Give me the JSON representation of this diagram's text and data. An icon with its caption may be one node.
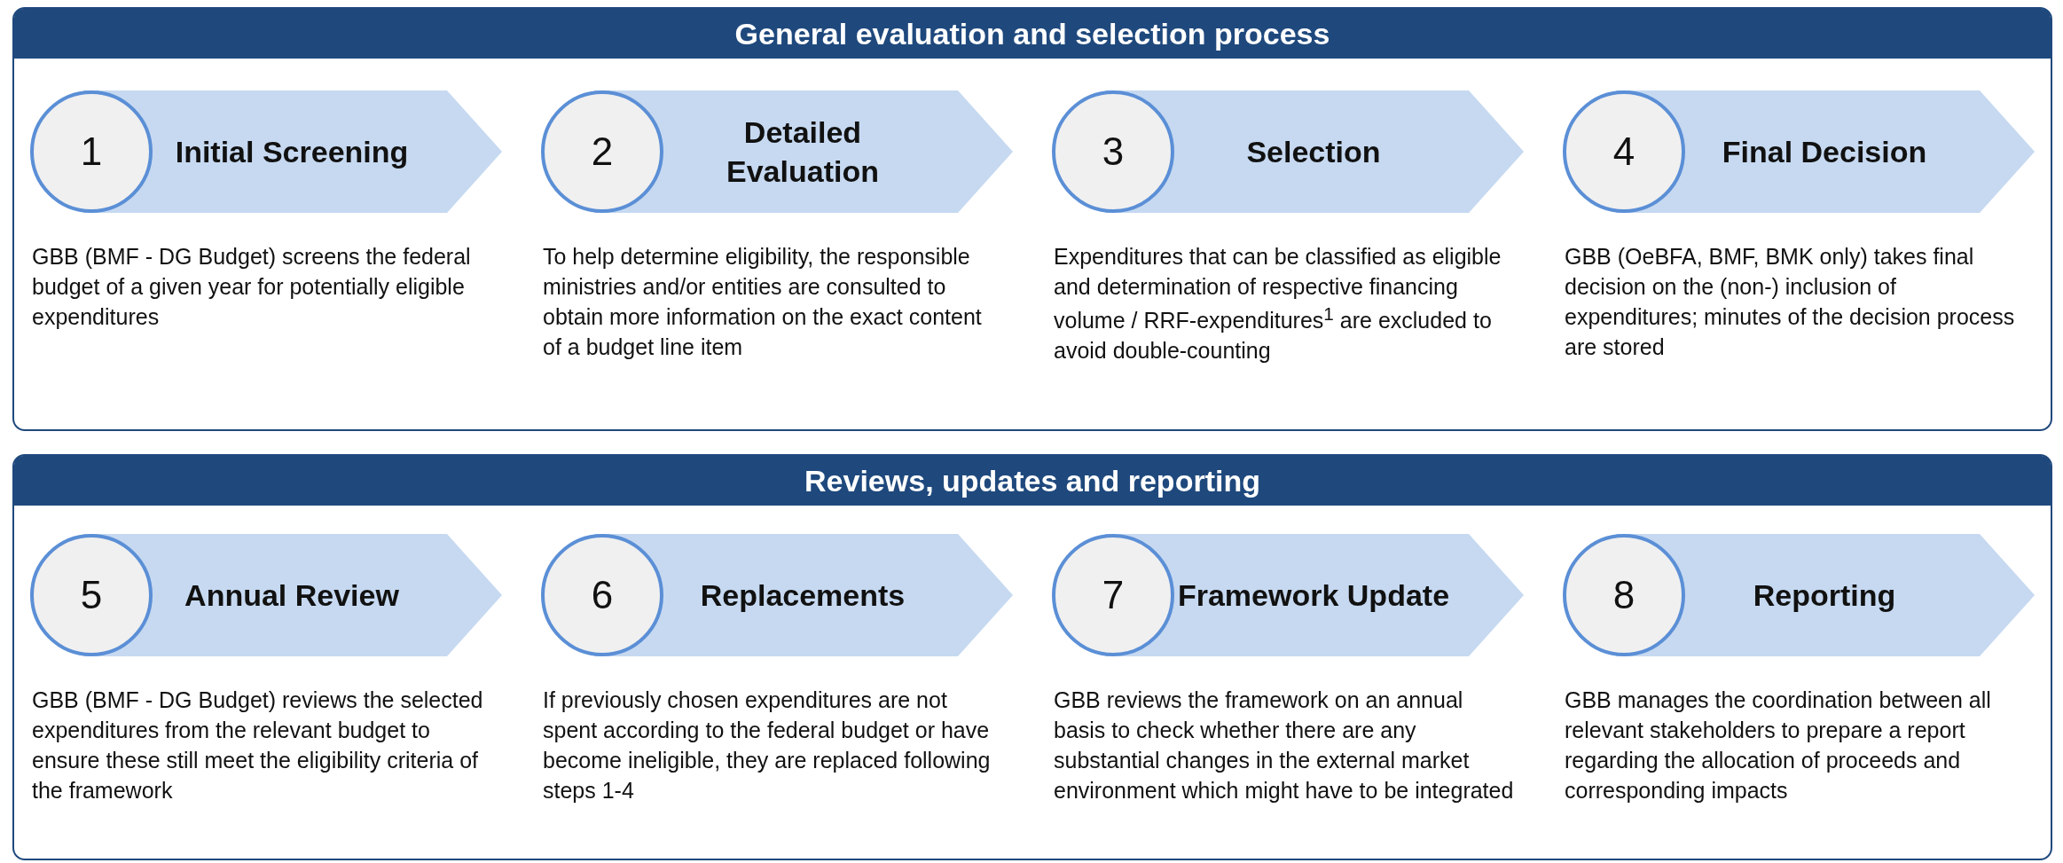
{
  "diagram": {
    "nodes": [
      {
        "text": [
          "General evaluation and selection process"
        ]
      },
      {
        "text": [
          "1",
          "Initial Screening"
        ],
        "in": 0,
        "beside": [
          "GBB (BMF - DG Budget) screens the federal budget of a given year for potentially eligible expenditures"
        ]
      },
      {
        "text": [
          "2",
          "Detailed Evaluation"
        ],
        "in": 0,
        "beside": [
          "To help determine eligibility, the responsible ministries and/or entities are consulted to obtain more information on the exact content of a budget line item"
        ]
      },
      {
        "text": [
          "3",
          "Selection"
        ],
        "in": 0,
        "beside": [
          "Expenditures that can be classified as eligible and determination of respective financing volume / RRF-expenditures$^{1}$ are excluded to avoid double-counting"
        ]
      },
      {
        "text": [
          "4",
          "Final Decision"
        ],
        "in": 0,
        "beside": [
          "GBB (OeBFA, BMF, BMK only) takes final decision on the (non-) inclusion of expenditures; minutes of the decision process are stored"
        ]
      },
      {
        "text": [
          "Reviews, updates and reporting"
        ]
      },
      {
        "text": [
          "5",
          "Annual Review"
        ],
        "in": 5,
        "beside": [
          "GBB (BMF - DG Budget) reviews the selected expenditures from the relevant budget to ensure these still meet the eligibility criteria of the framework"
        ]
      },
      {
        "text": [
          "6",
          "Replacements"
        ],
        "in": 5,
        "beside": [
          "If previously chosen expenditures are not spent according to the federal budget or have become ineligible, they are replaced following steps 1-4"
        ]
      },
      {
        "text": [
          "7",
          "Framework Update"
        ],
        "in": 5,
        "beside": [
          "GBB reviews the framework on an annual basis to check whether there are any substantial changes in the external market environment which might have to be integrated"
        ]
      },
      {
        "text": [
          "8",
          "Reporting"
        ],
        "in": 5,
        "beside": [
          "GBB manages the coordination between all relevant stakeholders to prepare a report regarding the allocation of proceeds and corresponding impacts"
        ]
      }
    ]
  }
}
